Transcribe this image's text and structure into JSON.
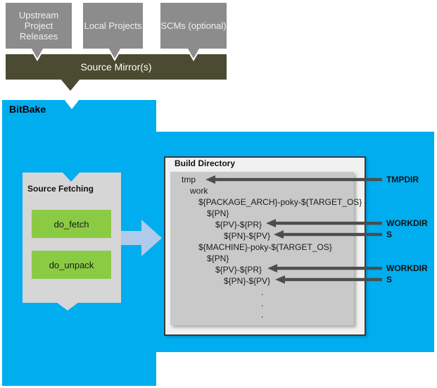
{
  "colors": {
    "bitbake_blue": "#00AEEF",
    "mirror_olive": "#4A4B31",
    "source_box_gray": "#8C8C8C",
    "task_green": "#8BCB43",
    "flow_arrow_blue": "#AFCBE9",
    "pointer_arrow_gray": "#4D4D4D",
    "panel_gray": "#C9C9C9",
    "fetch_box_gray": "#D6D6D6"
  },
  "upstream_sources": [
    {
      "label": "Upstream Project Releases"
    },
    {
      "label": "Local Projects"
    },
    {
      "label": "SCMs (optional)"
    }
  ],
  "source_mirror": {
    "label": "Source Mirror(s)"
  },
  "bitbake": {
    "label": "BitBake"
  },
  "source_fetching": {
    "title": "Source Fetching",
    "tasks": [
      {
        "label": "do_fetch"
      },
      {
        "label": "do_unpack"
      }
    ]
  },
  "build_directory": {
    "title": "Build Directory",
    "tree": [
      {
        "text": "tmp",
        "indent": 1
      },
      {
        "text": "work",
        "indent": 2
      },
      {
        "text": "${PACKAGE_ARCH}-poky-${TARGET_OS}",
        "indent": 3
      },
      {
        "text": "${PN}",
        "indent": 4
      },
      {
        "text": "${PV}-${PR}",
        "indent": 5
      },
      {
        "text": "${PN}-${PV}",
        "indent": 6
      },
      {
        "text": "${MACHINE}-poky-${TARGET_OS}",
        "indent": 3
      },
      {
        "text": "${PN}",
        "indent": 4
      },
      {
        "text": "${PV}-${PR}",
        "indent": 5
      },
      {
        "text": "${PN}-${PV}",
        "indent": 6
      }
    ],
    "ellipsis": [
      ".",
      ".",
      "."
    ]
  },
  "annotations": [
    {
      "label": "TMPDIR",
      "target": "tmp"
    },
    {
      "label": "WORKDIR",
      "target": "${PV}-${PR}"
    },
    {
      "label": "S",
      "target": "${PN}-${PV}"
    },
    {
      "label": "WORKDIR",
      "target": "${PV}-${PR}"
    },
    {
      "label": "S",
      "target": "${PN}-${PV}"
    }
  ]
}
